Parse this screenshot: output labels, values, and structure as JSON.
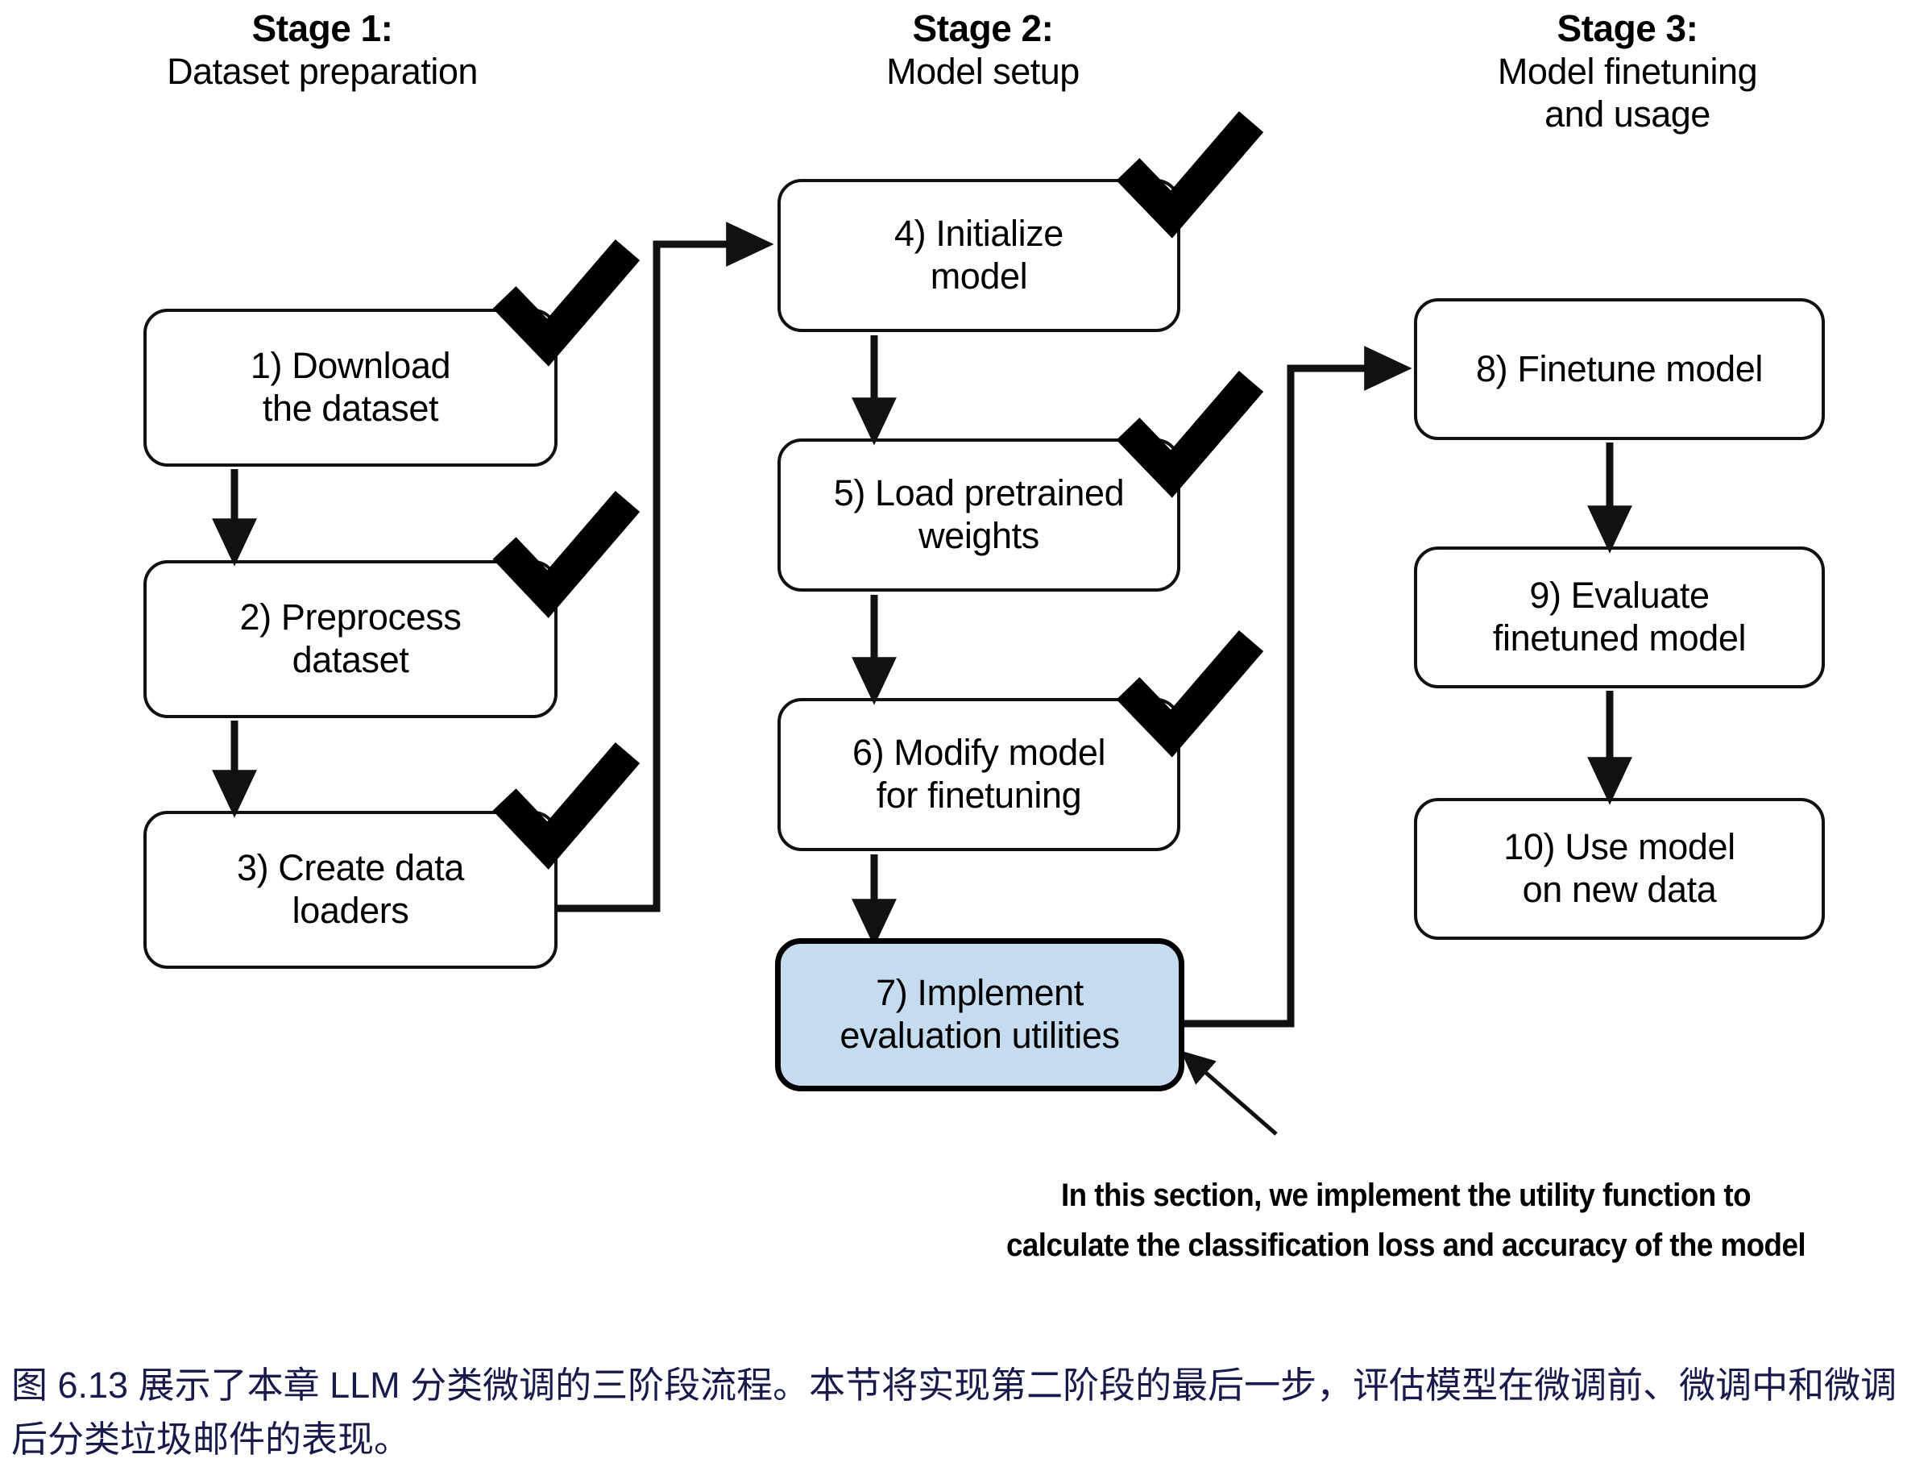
{
  "figure": {
    "stages": [
      {
        "id": "stage-1",
        "title": "Stage 1:",
        "subtitle": "Dataset preparation"
      },
      {
        "id": "stage-2",
        "title": "Stage 2:",
        "subtitle": "Model setup"
      },
      {
        "id": "stage-3",
        "title": "Stage 3:",
        "subtitle": "Model finetuning\nand usage"
      }
    ],
    "steps": [
      {
        "id": "box-1",
        "number": "1)",
        "label": "1) Download\nthe dataset",
        "stage": "stage-1",
        "done": true,
        "highlighted": false
      },
      {
        "id": "box-2",
        "number": "2)",
        "label": "2) Preprocess\ndataset",
        "stage": "stage-1",
        "done": true,
        "highlighted": false
      },
      {
        "id": "box-3",
        "number": "3)",
        "label": "3) Create data\nloaders",
        "stage": "stage-1",
        "done": true,
        "highlighted": false
      },
      {
        "id": "box-4",
        "number": "4)",
        "label": "4) Initialize\nmodel",
        "stage": "stage-2",
        "done": true,
        "highlighted": false
      },
      {
        "id": "box-5",
        "number": "5)",
        "label": "5) Load pretrained\nweights",
        "stage": "stage-2",
        "done": true,
        "highlighted": false
      },
      {
        "id": "box-6",
        "number": "6)",
        "label": "6) Modify model\nfor finetuning",
        "stage": "stage-2",
        "done": true,
        "highlighted": false
      },
      {
        "id": "box-7",
        "number": "7)",
        "label": "7) Implement\nevaluation utilities",
        "stage": "stage-2",
        "done": false,
        "highlighted": true
      },
      {
        "id": "box-8",
        "number": "8)",
        "label": "8) Finetune model",
        "stage": "stage-3",
        "done": false,
        "highlighted": false
      },
      {
        "id": "box-9",
        "number": "9)",
        "label": "9) Evaluate\nfinetuned model",
        "stage": "stage-3",
        "done": false,
        "highlighted": false
      },
      {
        "id": "box-10",
        "number": "10)",
        "label": "10) Use model\non new data",
        "stage": "stage-3",
        "done": false,
        "highlighted": false
      }
    ],
    "annotation": {
      "line1": "In this section, we implement the utility function to",
      "line2": "calculate the classification loss and accuracy of the model",
      "points_to": "box-7"
    },
    "caption": "图 6.13 展示了本章 LLM 分类微调的三阶段流程。本节将实现第二阶段的最后一步，评估模型在微调前、微调中和微调后分类垃圾邮件的表现。",
    "colors": {
      "highlight_fill": "#c5dcf0",
      "stroke": "#111111",
      "text": "#000000",
      "caption_text": "#171a4a",
      "background": "#ffffff"
    }
  }
}
